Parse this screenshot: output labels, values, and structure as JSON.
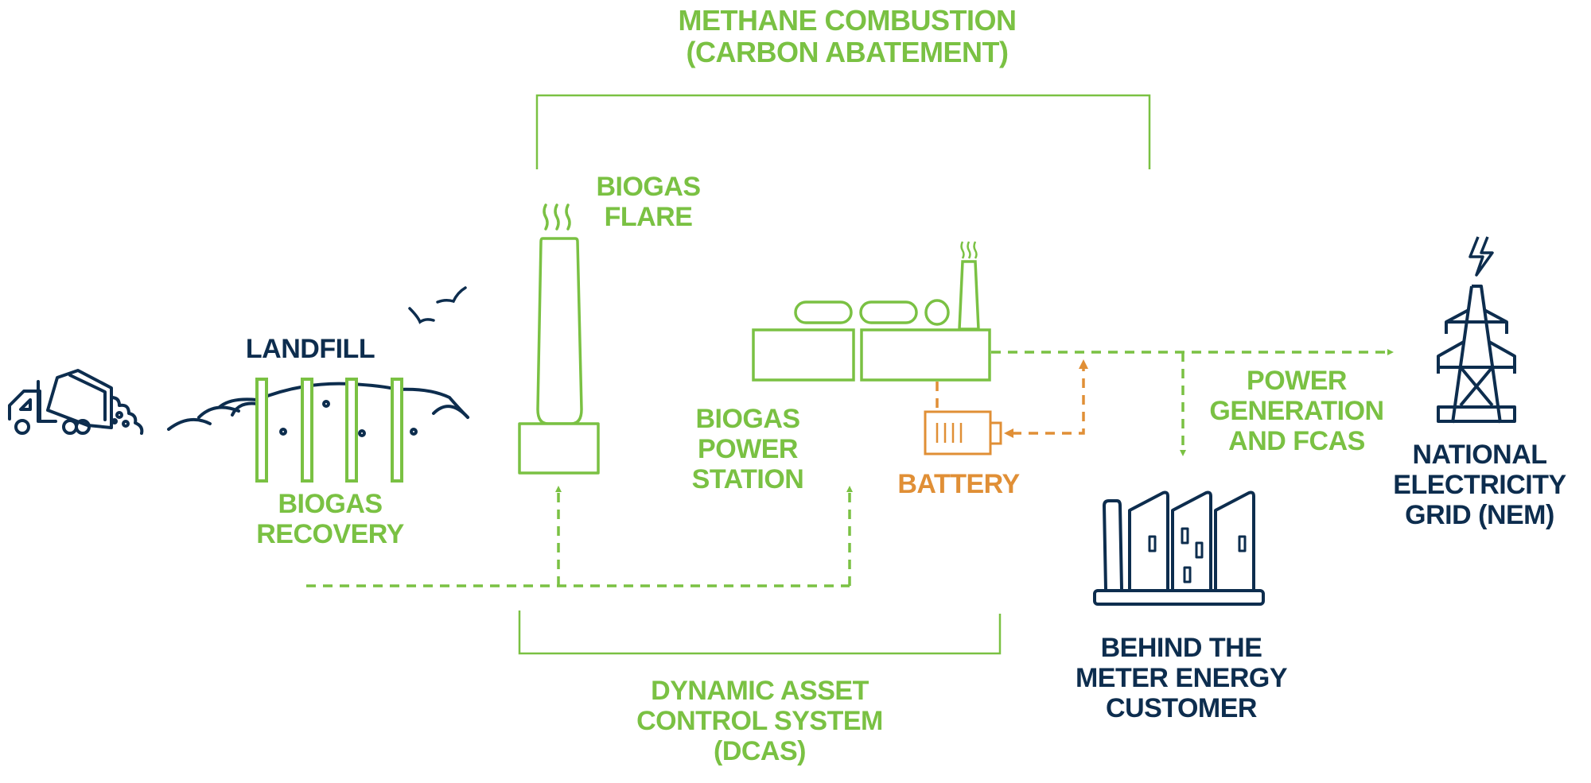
{
  "colors": {
    "green": "#7ac143",
    "navy": "#0d2d4e",
    "orange": "#e08f36",
    "background": "#ffffff"
  },
  "labels": {
    "methane_combustion": [
      "METHANE COMBUSTION",
      "(CARBON ABATEMENT)"
    ],
    "biogas_flare": [
      "BIOGAS",
      "FLARE"
    ],
    "landfill": "LANDFILL",
    "biogas_recovery": [
      "BIOGAS",
      "RECOVERY"
    ],
    "biogas_power_station": [
      "BIOGAS",
      "POWER",
      "STATION"
    ],
    "battery": "BATTERY",
    "power_generation": [
      "POWER",
      "GENERATION",
      "AND FCAS"
    ],
    "national_grid": [
      "NATIONAL",
      "ELECTRICITY",
      "GRID (NEM)"
    ],
    "behind_meter": [
      "BEHIND THE",
      "METER ENERGY",
      "CUSTOMER"
    ],
    "dcas": [
      "DYNAMIC ASSET",
      "CONTROL SYSTEM",
      "(DCAS)"
    ]
  },
  "icons": [
    "garbage-truck-icon",
    "birds-icon",
    "landfill-mound-icon",
    "biogas-wells-icon",
    "flare-stack-icon",
    "power-station-icon",
    "battery-icon",
    "transmission-tower-icon",
    "lightning-bolt-icon",
    "buildings-icon"
  ],
  "flows": [
    {
      "from": "biogas-recovery",
      "to": "biogas-flare",
      "color": "green",
      "style": "dashed"
    },
    {
      "from": "biogas-recovery",
      "to": "biogas-power-station",
      "color": "green",
      "style": "dashed"
    },
    {
      "from": "biogas-power-station",
      "to": "national-grid",
      "color": "green",
      "style": "dashed"
    },
    {
      "from": "biogas-power-station",
      "to": "behind-meter-customer",
      "color": "green",
      "style": "dashed"
    },
    {
      "from": "biogas-power-station",
      "to": "battery",
      "color": "orange",
      "style": "dashed"
    },
    {
      "from": "battery",
      "to": "power-line",
      "color": "orange",
      "style": "dashed",
      "bidirectional": true
    }
  ]
}
